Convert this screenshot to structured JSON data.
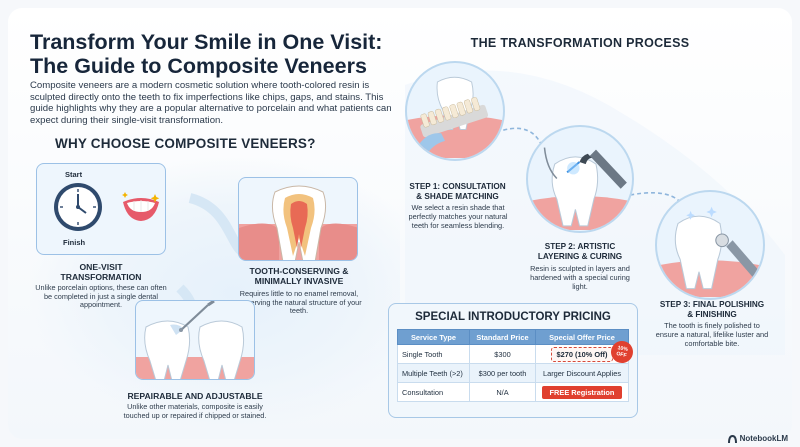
{
  "header": {
    "title_line1": "Transform Your Smile in One Visit:",
    "title_line2": "The Guide to Composite Veneers",
    "intro": "Composite veneers are a modern cosmetic solution where tooth-colored resin is sculpted directly onto the teeth to fix imperfections like chips, gaps, and stains. This guide highlights why they are a popular alternative to porcelain and what patients can expect during their single-visit transformation."
  },
  "why": {
    "title": "WHY CHOOSE COMPOSITE VENEERS?",
    "clock_start": "Start",
    "clock_finish": "Finish",
    "benefits": [
      {
        "title_line1": "ONE-VISIT",
        "title_line2": "TRANSFORMATION",
        "desc": "Unlike porcelain options, these can often be completed in just a single dental appointment."
      },
      {
        "title_line1": "TOOTH-CONSERVING &",
        "title_line2": "MINIMALLY INVASIVE",
        "desc": "Requires little to no enamel removal, preserving the natural structure of your teeth."
      },
      {
        "title_line1": "REPAIRABLE AND ADJUSTABLE",
        "title_line2": "",
        "desc": "Unlike other materials, composite is easily touched up or repaired if chipped or stained."
      }
    ]
  },
  "process": {
    "title": "THE TRANSFORMATION PROCESS",
    "steps": [
      {
        "title_line1": "STEP 1: CONSULTATION",
        "title_line2": "& SHADE MATCHING",
        "desc": "We select a resin shade that perfectly matches your natural teeth for seamless blending."
      },
      {
        "title_line1": "STEP 2: ARTISTIC",
        "title_line2": "LAYERING & CURING",
        "desc": "Resin is sculpted in layers and hardened with a special curing light."
      },
      {
        "title_line1": "STEP 3: FINAL POLISHING",
        "title_line2": "& FINISHING",
        "desc": "The tooth is finely polished to ensure a natural, lifelike luster and comfortable bite."
      }
    ]
  },
  "pricing": {
    "title": "SPECIAL INTRODUCTORY PRICING",
    "badge_line1": "10%",
    "badge_line2": "OFF",
    "columns": [
      "Service Type",
      "Standard Price",
      "Special Offer Price"
    ],
    "rows": [
      {
        "service": "Single Tooth",
        "standard": "$300",
        "offer": "$270 (10% Off)"
      },
      {
        "service": "Multiple Teeth (>2)",
        "standard": "$300 per tooth",
        "offer": "Larger Discount Applies"
      },
      {
        "service": "Consultation",
        "standard": "N/A",
        "offer": "FREE Registration"
      }
    ]
  },
  "brand": {
    "name": "NotebookLM"
  },
  "colors": {
    "accent_blue": "#6f9fd0",
    "offer_red": "#e0402f",
    "gum_pink": "#f0a3a0"
  }
}
